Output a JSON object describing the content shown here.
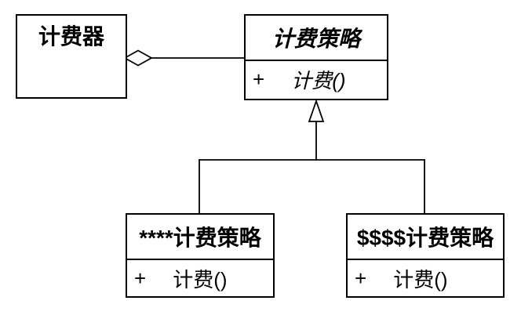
{
  "diagram": {
    "type": "uml-class-diagram",
    "classes": [
      {
        "name": "计费器",
        "abstract": false,
        "methods": []
      },
      {
        "name": "计费策略",
        "abstract": true,
        "methods": [
          {
            "visibility": "+",
            "signature": "计费()"
          }
        ]
      },
      {
        "name": "****计费策略",
        "abstract": false,
        "methods": [
          {
            "visibility": "+",
            "signature": "计费()"
          }
        ]
      },
      {
        "name": "$$$$计费策略",
        "abstract": false,
        "methods": [
          {
            "visibility": "+",
            "signature": "计费()"
          }
        ]
      }
    ],
    "relationships": [
      {
        "type": "aggregation",
        "from": "计费器",
        "to": "计费策略",
        "marker": "hollow-diamond"
      },
      {
        "type": "generalization",
        "from": "****计费策略",
        "to": "计费策略",
        "marker": "hollow-triangle"
      },
      {
        "type": "generalization",
        "from": "$$$$计费策略",
        "to": "计费策略",
        "marker": "hollow-triangle"
      }
    ],
    "colors": {
      "stroke": "#000000",
      "fill": "#ffffff",
      "text": "#000000",
      "background": "#ffffff"
    }
  }
}
